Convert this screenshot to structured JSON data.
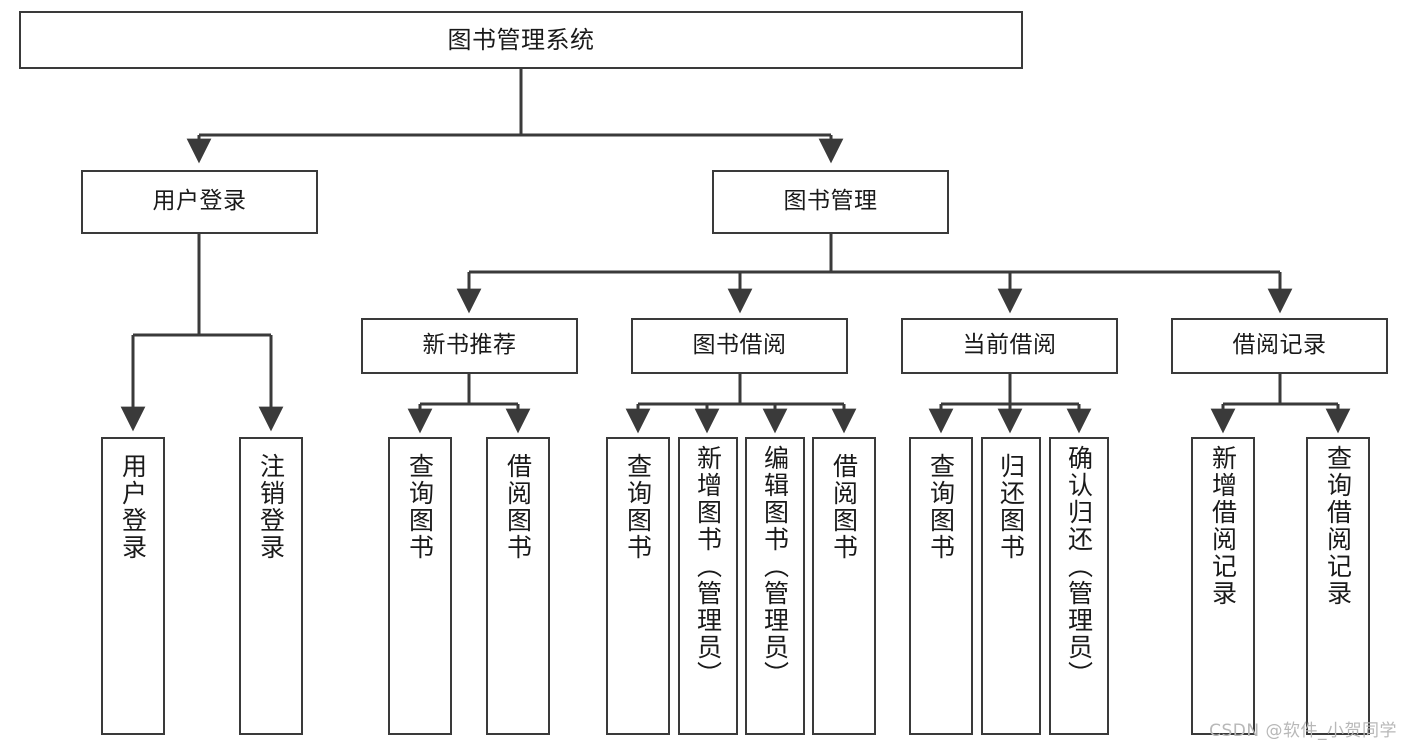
{
  "diagram": {
    "title": "图书管理系统",
    "type": "hierarchy-tree",
    "watermark": "CSDN @软件_小贺同学",
    "colors": {
      "box_border": "#3a3a3a",
      "box_fill": "#ffffff",
      "connector": "#3a3a3a",
      "text": "#1a1a1a",
      "watermark": "#b8b8b8"
    },
    "root": {
      "id": "root",
      "label": "图书管理系统"
    },
    "level2": [
      {
        "id": "user-login",
        "label": "用户登录"
      },
      {
        "id": "book-manage",
        "label": "图书管理"
      }
    ],
    "level3": [
      {
        "id": "new-book-rec",
        "label": "新书推荐"
      },
      {
        "id": "book-borrow",
        "label": "图书借阅"
      },
      {
        "id": "current-borrow",
        "label": "当前借阅"
      },
      {
        "id": "borrow-record",
        "label": "借阅记录"
      }
    ],
    "leaves": {
      "user-login": [
        {
          "id": "leaf-user-login",
          "label": "用户登录"
        },
        {
          "id": "leaf-logout-login",
          "label": "注销登录"
        }
      ],
      "new-book-rec": [
        {
          "id": "leaf-query-book-1",
          "label": "查询图书"
        },
        {
          "id": "leaf-borrow-book-1",
          "label": "借阅图书"
        }
      ],
      "book-borrow": [
        {
          "id": "leaf-query-book-2",
          "label": "查询图书"
        },
        {
          "id": "leaf-add-book",
          "label": "新增图书（管理员）"
        },
        {
          "id": "leaf-edit-book",
          "label": "编辑图书（管理员）"
        },
        {
          "id": "leaf-borrow-book-2",
          "label": "借阅图书"
        }
      ],
      "current-borrow": [
        {
          "id": "leaf-query-book-3",
          "label": "查询图书"
        },
        {
          "id": "leaf-return-book",
          "label": "归还图书"
        },
        {
          "id": "leaf-confirm-return",
          "label": "确认归还（管理员）"
        }
      ],
      "borrow-record": [
        {
          "id": "leaf-add-record",
          "label": "新增借阅记录"
        },
        {
          "id": "leaf-query-record",
          "label": "查询借阅记录"
        }
      ]
    }
  }
}
